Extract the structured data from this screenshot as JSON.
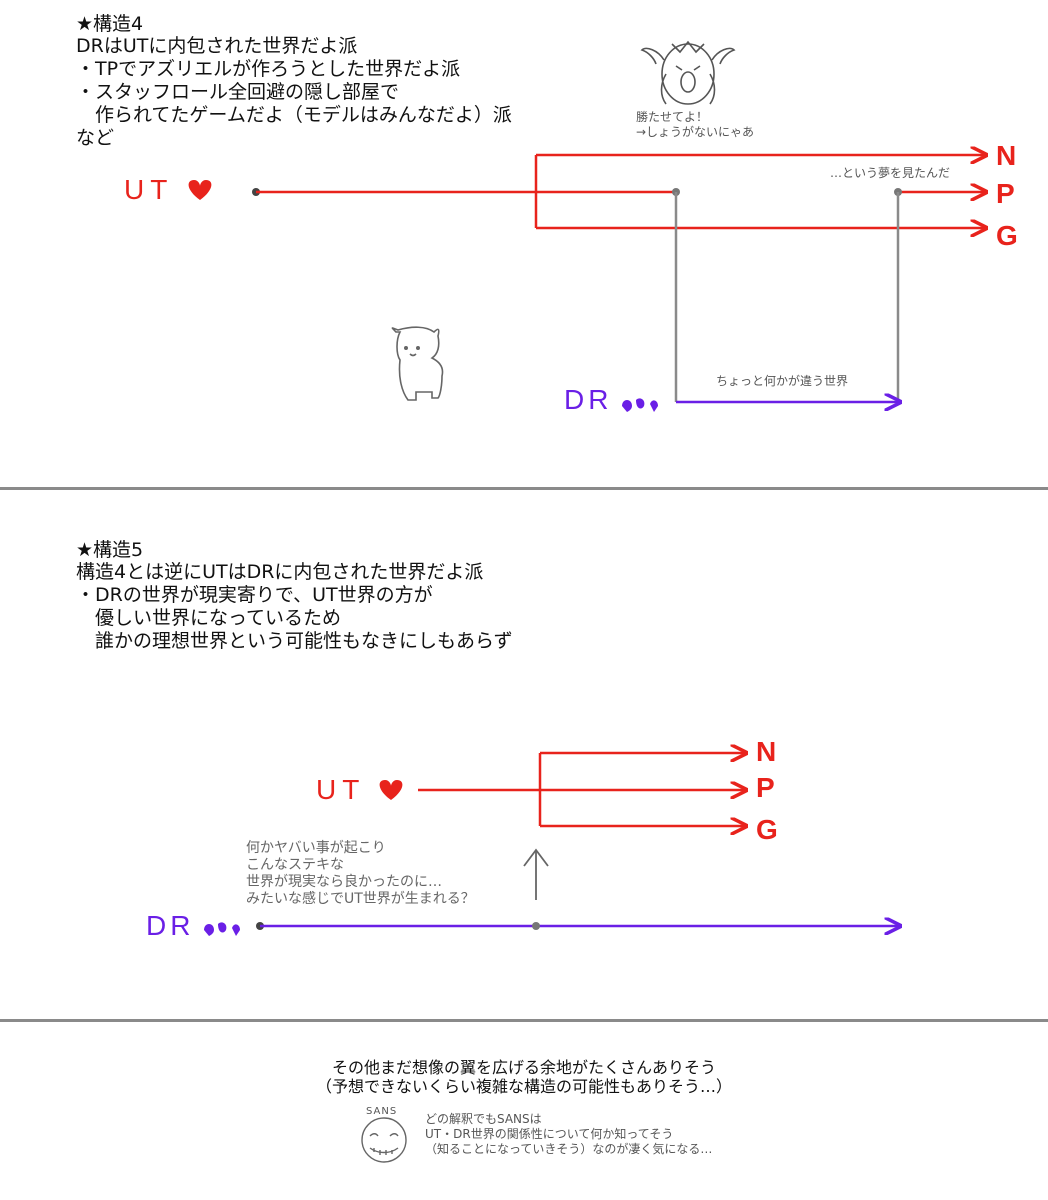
{
  "section4": {
    "heading": "★構造4",
    "lines": [
      "DRはUTに内包された世界だよ派",
      "・TPでアズリエルが作ろうとした世界だよ派",
      "・スタッフロール全回避の隠し部屋で",
      "　作られてたゲームだよ（モデルはみんなだよ）派",
      "など"
    ],
    "asriel_note": [
      "勝たせてよ！",
      "→しょうがないにゃあ"
    ],
    "dream_note": "…という夢を見たんだ",
    "different_world_note": "ちょっと何かが違う世界",
    "ut_label": "UT",
    "dr_label": "DR",
    "endings": [
      "N",
      "P",
      "G"
    ]
  },
  "section5": {
    "heading": "★構造5",
    "lines": [
      "構造4とは逆にUTはDRに内包された世界だよ派",
      "・DRの世界が現実寄りで、UT世界の方が",
      "　優しい世界になっているため",
      "　誰かの理想世界という可能性もなきにしもあらず"
    ],
    "note": [
      "何かヤバい事が起こり",
      "こんなステキな",
      "世界が現実なら良かったのに…",
      "みたいな感じでUT世界が生まれる？"
    ],
    "ut_label": "UT",
    "dr_label": "DR",
    "endings": [
      "N",
      "P",
      "G"
    ]
  },
  "footer": {
    "lines": [
      "その他まだ想像の翼を広げる余地がたくさんありそう",
      "（予想できないくらい複雑な構造の可能性もありそう…）"
    ],
    "sans_label": "SANS",
    "sans_note": [
      "どの解釈でもSANSは",
      "UT・DR世界の関係性について何か知ってそう",
      "（知ることになっていきそう）なのが凄く気になる…"
    ]
  },
  "colors": {
    "red": "#e8231c",
    "purple": "#6a1fe6",
    "gray": "#8a8a8a",
    "heart": "#e8231c"
  },
  "icons": [
    "heart-icon",
    "soul-pieces-icon",
    "asriel-doodle",
    "dog-doodle",
    "sans-doodle"
  ]
}
